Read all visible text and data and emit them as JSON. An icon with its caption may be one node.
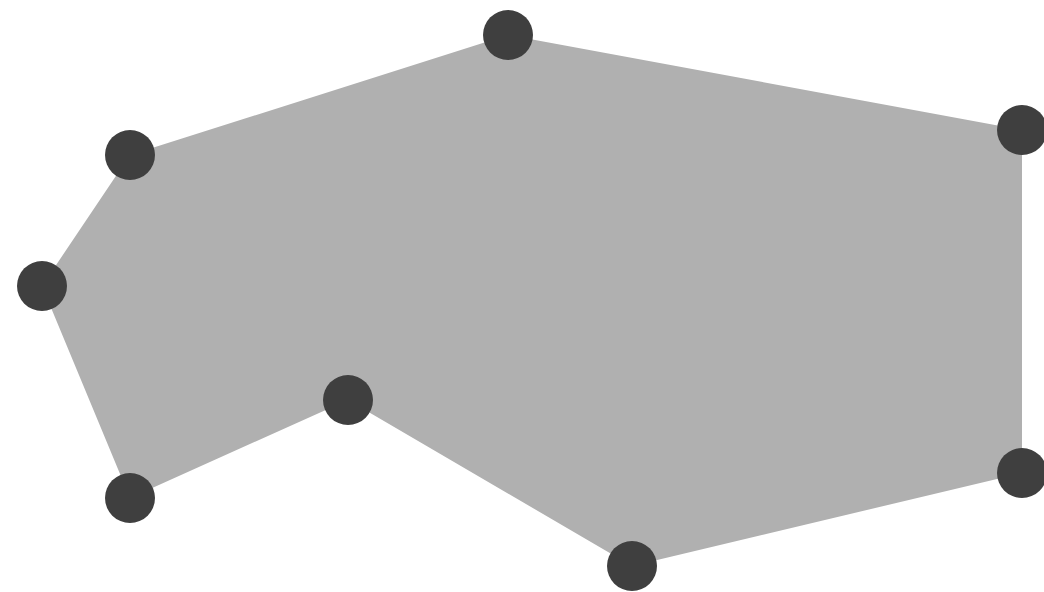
{
  "diagram": {
    "nodes": [
      {
        "text": [],
        "shape": "circle"
      },
      {
        "text": [],
        "shape": "circle"
      },
      {
        "text": [],
        "shape": "circle"
      },
      {
        "text": [],
        "shape": "circle"
      },
      {
        "text": [],
        "shape": "circle"
      },
      {
        "text": [],
        "shape": "circle"
      },
      {
        "text": [],
        "shape": "circle"
      },
      {
        "text": [],
        "shape": "circle"
      }
    ]
  }
}
